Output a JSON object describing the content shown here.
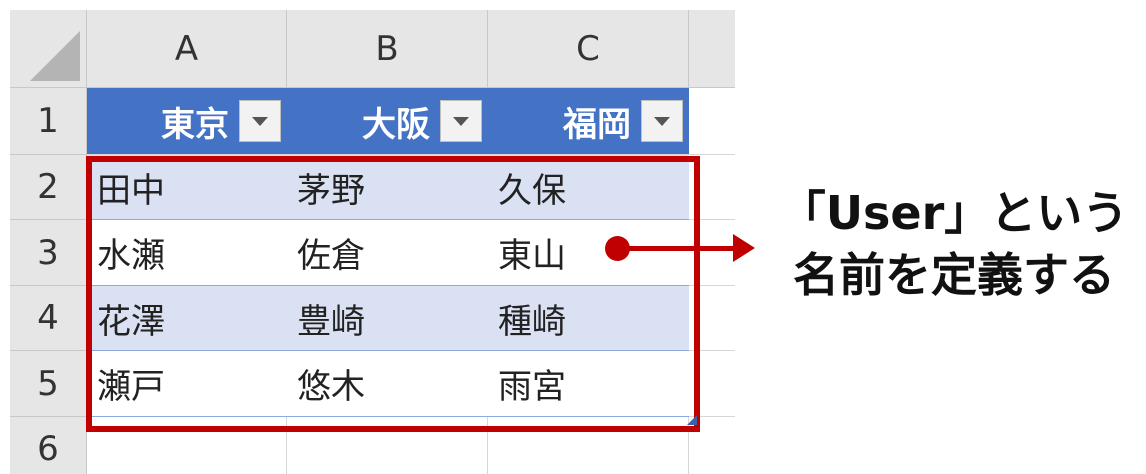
{
  "columns": [
    "A",
    "B",
    "C"
  ],
  "rows": [
    "1",
    "2",
    "3",
    "4",
    "5",
    "6"
  ],
  "table": {
    "headers": [
      "東京",
      "大阪",
      "福岡"
    ],
    "body": [
      [
        "田中",
        "茅野",
        "久保"
      ],
      [
        "水瀬",
        "佐倉",
        "東山"
      ],
      [
        "花澤",
        "豊崎",
        "種崎"
      ],
      [
        "瀬戸",
        "悠木",
        "雨宮"
      ]
    ]
  },
  "callout": {
    "line1": "「User」という",
    "line2": "名前を定義する"
  },
  "colors": {
    "header_fill": "#4472c4",
    "band_fill": "#d9e1f2",
    "highlight": "#c00000"
  }
}
